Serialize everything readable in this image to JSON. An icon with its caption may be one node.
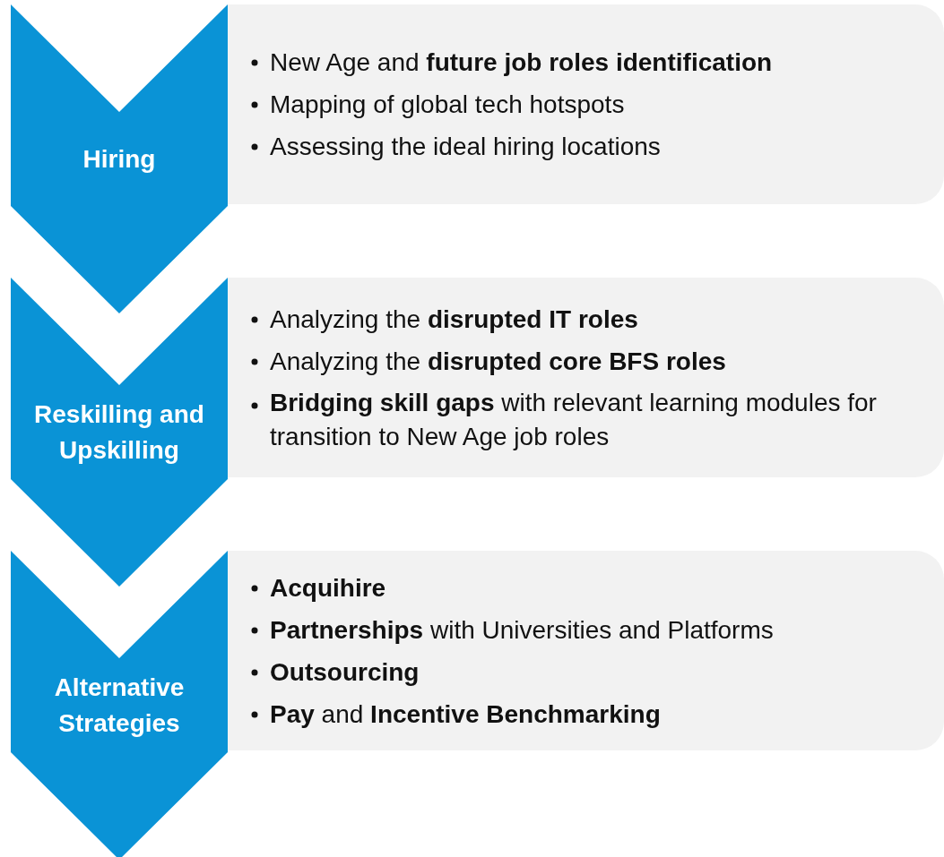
{
  "diagram": {
    "nodes": [
      {
        "text": [
          "Hiring"
        ]
      },
      {
        "text": [
          "New Age and **future job roles identification**",
          "Mapping of global tech hotspots",
          "Assessing the ideal hiring locations"
        ]
      },
      {
        "text": [
          "Reskilling and Upskilling"
        ]
      },
      {
        "text": [
          "Analyzing the **disrupted IT roles**",
          "Analyzing the **disrupted core BFS roles**",
          "**Bridging skill gaps** with relevant learning modules for transition to New Age job roles"
        ]
      },
      {
        "text": [
          "Alternative Strategies"
        ]
      },
      {
        "text": [
          "**Acquihire**",
          "**Partnerships** with Universities and Platforms",
          "**Outsourcing**",
          "**Pay** and **Incentive Benchmarking**"
        ]
      }
    ]
  }
}
